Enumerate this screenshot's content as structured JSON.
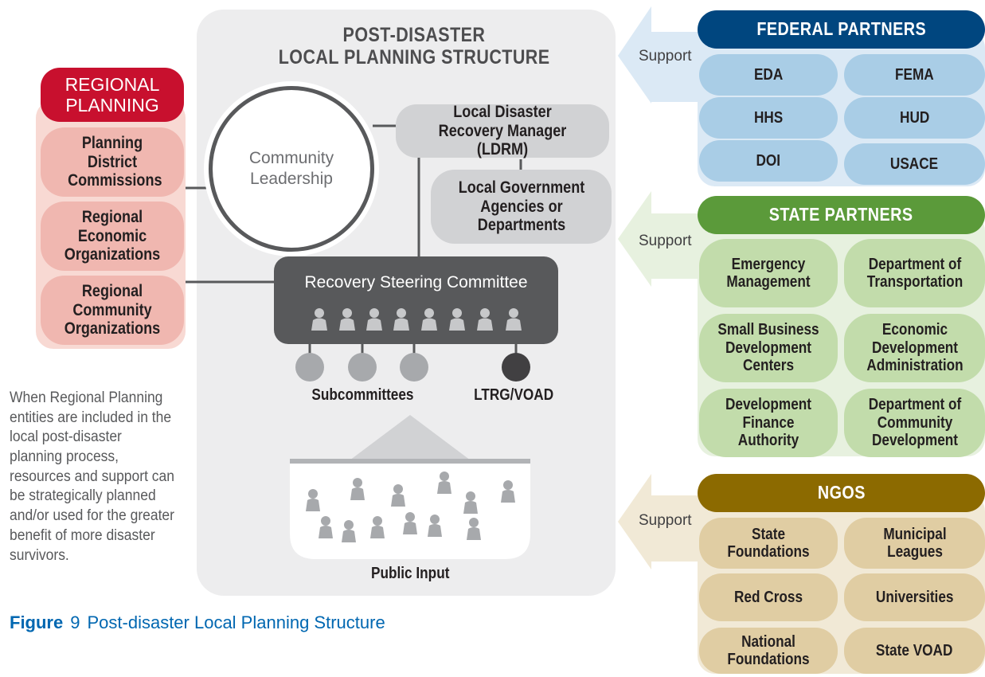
{
  "center_panel": {
    "title_line1": "POST-DISASTER",
    "title_line2": "LOCAL PLANNING STRUCTURE",
    "community_leadership": "Community Leadership",
    "ldrm": "Local Disaster Recovery Manager (LDRM)",
    "local_government": "Local Government Agencies or Departments",
    "steering_committee": "Recovery Steering Committee",
    "subcommittees": "Subcommittees",
    "ltrg_voad": "LTRG/VOAD",
    "public_input": "Public Input"
  },
  "regional": {
    "header": "REGIONAL PLANNING",
    "items": [
      "Planning District Commissions",
      "Regional Economic Organizations",
      "Regional Community Organizations"
    ]
  },
  "note": "When Regional Planning entities are included in the local post-disaster planning process, resources and support can be strategically planned and/or used for the greater benefit of more disaster survivors.",
  "caption": {
    "label": "Figure",
    "number": "9",
    "text": "Post-disaster Local Planning Structure"
  },
  "federal": {
    "header": "FEDERAL PARTNERS",
    "support": "Support",
    "items": [
      "EDA",
      "FEMA",
      "HHS",
      "HUD",
      "DOI",
      "USACE"
    ]
  },
  "state": {
    "header": "STATE PARTNERS",
    "support": "Support",
    "items": [
      "Emergency Management",
      "Department of Transportation",
      "Small Business Development Centers",
      "Economic Development Administration",
      "Development Finance Authority",
      "Department of Community Development"
    ]
  },
  "ngos": {
    "header": "NGOS",
    "support": "Support",
    "items": [
      "State Foundations",
      "Municipal Leagues",
      "Red Cross",
      "Universities",
      "National Foundations",
      "State VOAD"
    ]
  },
  "colors": {
    "regional_red": "#c8102e",
    "regional_pill": "#f0b7b0",
    "federal_blue": "#00467f",
    "federal_pill": "#a9cde6",
    "state_green": "#5b9a3a",
    "state_pill": "#c2dcab",
    "ngo_gold": "#8c6a00",
    "ngo_pill": "#e0cda3",
    "panel_gray": "#ededee",
    "committee_dark": "#58595b",
    "caption_blue": "#0067b1"
  }
}
